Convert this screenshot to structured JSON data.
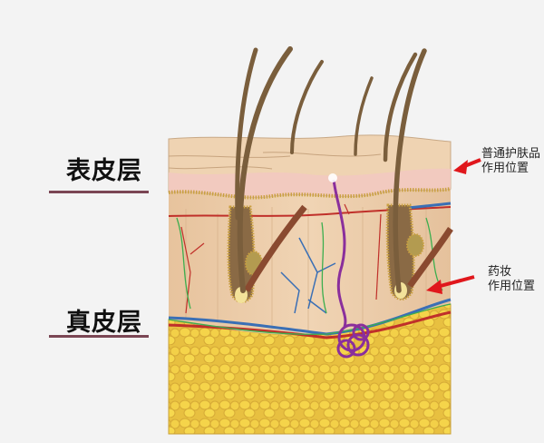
{
  "layers": [
    {
      "id": "epidermis",
      "label": "表皮层"
    },
    {
      "id": "dermis",
      "label": "真皮层"
    }
  ],
  "annotations": [
    {
      "id": "regular-skincare",
      "line1": "普通护肤品",
      "line2": "作用位置",
      "arrow_color": "#e0171c"
    },
    {
      "id": "cosmeceutical",
      "line1": "药妆",
      "line2": "作用位置",
      "arrow_color": "#e0171c"
    }
  ],
  "colors": {
    "background": "#f3f3f3",
    "epidermis": "#efd3b2",
    "epidermis_pink": "#f2c9c0",
    "dermis": "#e9c9a6",
    "fat": "#f0cc3c",
    "hair": "#7a5e3c",
    "artery": "#c0302a",
    "vein": "#3a6fb5",
    "nerve": "#3cae4e",
    "sweat_gland": "#8a2f9c",
    "underline": "#7a4654"
  }
}
